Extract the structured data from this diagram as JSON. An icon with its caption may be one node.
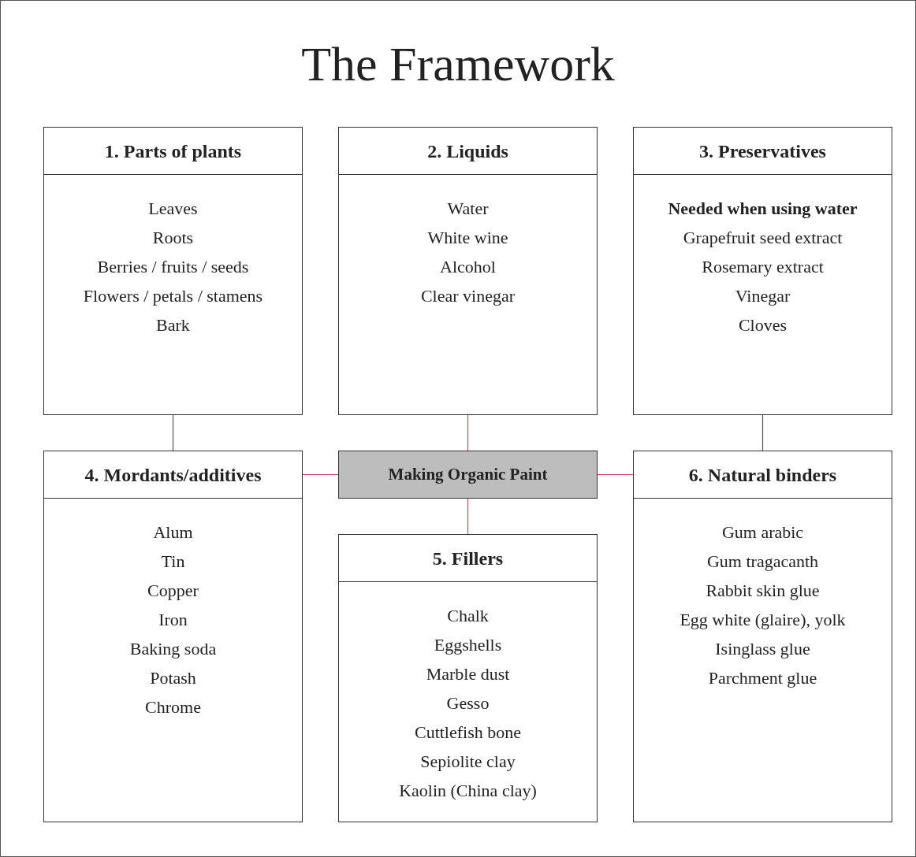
{
  "diagram": {
    "title": "The Framework",
    "nodes": [
      {
        "text": [
          "1. Parts of plants",
          "Leaves",
          "Roots",
          "Berries / fruits / seeds",
          "Flowers / petals / stamens",
          "Bark"
        ]
      },
      {
        "text": [
          "2. Liquids",
          "Water",
          "White wine",
          "Alcohol",
          "Clear vinegar"
        ]
      },
      {
        "text": [
          "3. Preservatives",
          "Needed when using water",
          "Grapefruit seed extract",
          "Rosemary extract",
          "Vinegar",
          "Cloves"
        ]
      },
      {
        "text": [
          "4. Mordants/additives",
          "Alum",
          "Tin",
          "Copper",
          "Iron",
          "Baking soda",
          "Potash",
          "Chrome"
        ]
      },
      {
        "text": [
          "Making Organic Paint"
        ]
      },
      {
        "text": [
          "6. Natural binders",
          "Gum arabic",
          "Gum tragacanth",
          "Rabbit skin glue",
          "Egg white (glaire),  yolk",
          "Isinglass glue",
          "Parchment glue"
        ]
      },
      {
        "text": [
          "5. Fillers",
          "Chalk",
          "Eggshells",
          "Marble dust",
          "Gesso",
          "Cuttlefish bone",
          "Sepiolite clay",
          "Kaolin (China clay)"
        ]
      }
    ],
    "edges": [
      {
        "from": 0,
        "to": 3,
        "arrow": "none",
        "color": "#555555"
      },
      {
        "from": 1,
        "to": 4,
        "arrow": "none"
      },
      {
        "from": 2,
        "to": 5,
        "arrow": "none",
        "color": "#555555"
      },
      {
        "from": 3,
        "to": 4,
        "arrow": "none"
      },
      {
        "from": 4,
        "to": 5,
        "arrow": "none"
      },
      {
        "from": 4,
        "to": 6,
        "arrow": "none"
      }
    ]
  }
}
